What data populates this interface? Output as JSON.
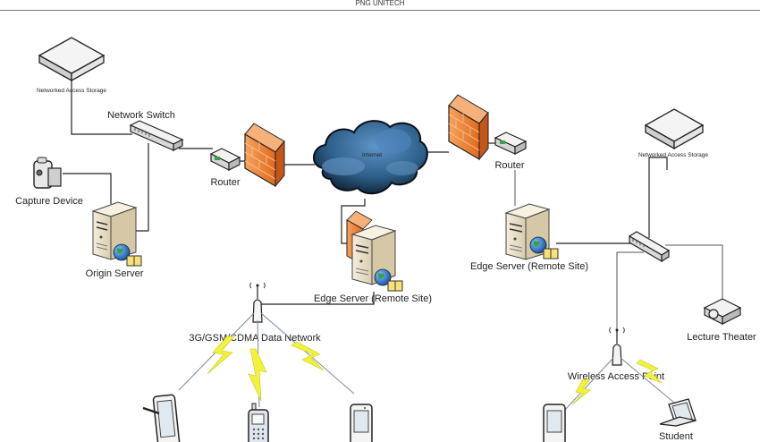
{
  "header": {
    "title": "PNG UNITECH"
  },
  "nodes": {
    "nas_left": {
      "label": "Networked Access Storage",
      "icon": "nas-icon"
    },
    "switch_left": {
      "label": "Network Switch",
      "icon": "network-switch-icon"
    },
    "capture": {
      "label": "Capture Device",
      "icon": "camcorder-icon"
    },
    "origin": {
      "label": "Origin Server",
      "icon": "web-server-icon"
    },
    "router_left": {
      "label": "Router",
      "icon": "router-icon"
    },
    "firewall_left": {
      "label": "",
      "icon": "firewall-icon"
    },
    "internet": {
      "label": "Internet",
      "icon": "cloud-icon"
    },
    "firewall_right": {
      "label": "",
      "icon": "firewall-icon"
    },
    "router_right": {
      "label": "Router",
      "icon": "router-icon"
    },
    "edge_center": {
      "label": "Edge Server (Remote Site)",
      "icon": "web-server-icon"
    },
    "edge_right": {
      "label": "Edge Server (Remote Site)",
      "icon": "web-server-icon"
    },
    "nas_right": {
      "label": "Networked Access Storage",
      "icon": "nas-icon"
    },
    "switch_right": {
      "label": "",
      "icon": "network-switch-icon"
    },
    "lecture": {
      "label": "Lecture Theater",
      "icon": "projector-icon"
    },
    "cell_tower": {
      "label": "3G/GSM/CDMA Data Network",
      "icon": "antenna-icon"
    },
    "wap": {
      "label": "Wireless Access Point",
      "icon": "antenna-icon"
    },
    "tablet": {
      "label": "",
      "icon": "tablet-icon"
    },
    "cellphone": {
      "label": "",
      "icon": "cell-phone-icon"
    },
    "pda_center": {
      "label": "",
      "icon": "pda-icon"
    },
    "pda_right": {
      "label": "",
      "icon": "pda-icon"
    },
    "laptop": {
      "label": "Student",
      "icon": "laptop-icon"
    }
  },
  "colors": {
    "firewall": "#f08a3c",
    "cloud": "#2e5f8a",
    "lightning": "#f2f23a",
    "server": "#efe6cf",
    "globe": "#2a7bd0"
  }
}
